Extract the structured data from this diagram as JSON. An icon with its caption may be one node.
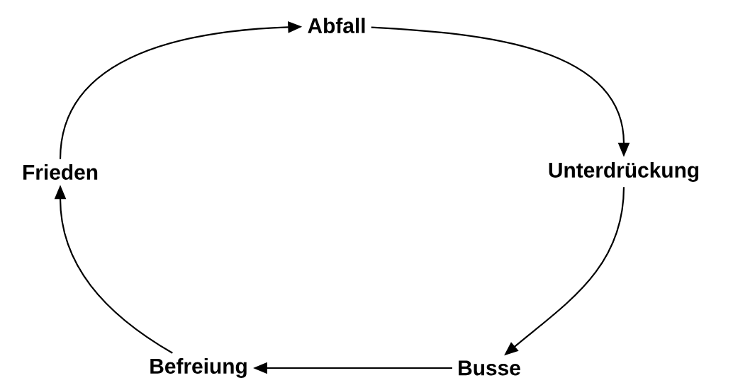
{
  "diagram": {
    "nodes": [
      {
        "text": [
          "Abfall"
        ]
      },
      {
        "text": [
          "Unterdrückung"
        ]
      },
      {
        "text": [
          "Busse"
        ]
      },
      {
        "text": [
          "Befreiung"
        ]
      },
      {
        "text": [
          "Frieden"
        ]
      }
    ],
    "edges": [
      {
        "from": 0,
        "to": 1,
        "arrow": "to"
      },
      {
        "from": 1,
        "to": 2,
        "arrow": "to"
      },
      {
        "from": 2,
        "to": 3,
        "arrow": "to"
      },
      {
        "from": 3,
        "to": 4,
        "arrow": "to"
      },
      {
        "from": 4,
        "to": 0,
        "arrow": "to"
      }
    ]
  }
}
